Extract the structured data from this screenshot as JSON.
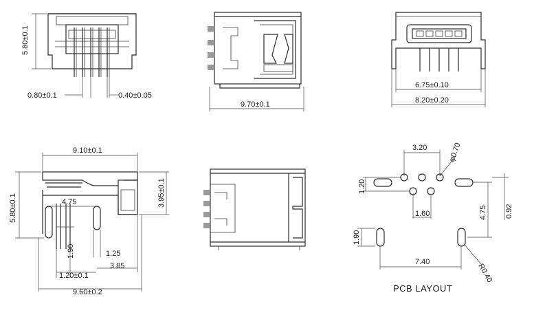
{
  "front_view": {
    "height": "5.80±0.1",
    "pin_pitch_left": "0.80±0.1",
    "pin_width": "0.40±0.05"
  },
  "side_view": {
    "length": "9.70±0.1"
  },
  "rear_view": {
    "inner_width": "6.75±0.10",
    "outer_width": "8.20±0.20"
  },
  "side_detail": {
    "top_length": "9.10±0.1",
    "left_height": "5.80±0.1",
    "right_height": "3.95±0.1",
    "tab_span": "4.75",
    "pin_offset": "1.90",
    "tab_gap": "1.25",
    "pin_pitch": "1.20±0.1",
    "tab_to_end": "3.85",
    "overall_length": "9.60±0.2"
  },
  "pcb_layout": {
    "label": "PCB LAYOUT",
    "hole_spacing": "3.20",
    "hole_dia": "φ0.70",
    "row_gap": "1.20",
    "pin_gap": "1.60",
    "pad_vert": "4.75",
    "offset": "0.92",
    "slot_len": "1.90",
    "slot_spacing": "7.40",
    "radius": "R0.40"
  }
}
